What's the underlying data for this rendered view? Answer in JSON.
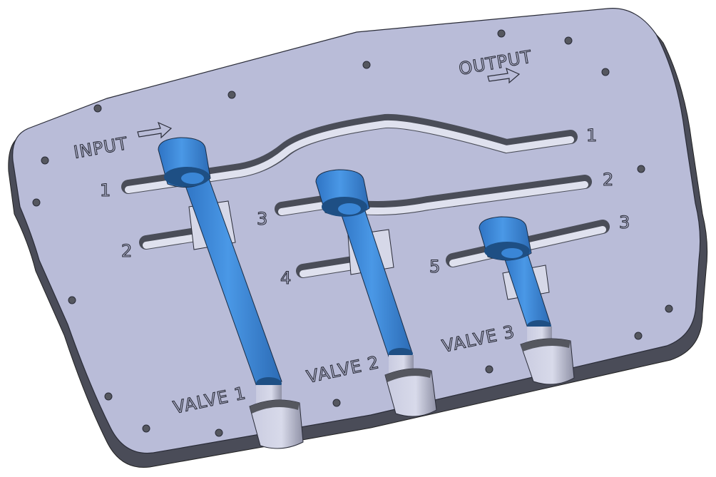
{
  "model": {
    "labels": {
      "input": "INPUT",
      "output": "OUTPUT"
    },
    "left_ports": [
      {
        "label": "1"
      },
      {
        "label": "2"
      },
      {
        "label": "3"
      },
      {
        "label": "4"
      },
      {
        "label": "5"
      }
    ],
    "right_ports": [
      {
        "label": "1"
      },
      {
        "label": "2"
      },
      {
        "label": "3"
      }
    ],
    "valves": [
      {
        "label": "VALVE 1"
      },
      {
        "label": "VALVE 2"
      },
      {
        "label": "VALVE 3"
      }
    ],
    "colors": {
      "plate_top": "#b9bcd8",
      "plate_edge": "#4a4c58",
      "valve_blue": "#3a86d6",
      "valve_dark": "#1e4f84",
      "channel_dark": "#4a4d58",
      "channel_light": "#dfe1ee",
      "hole": "#55575f"
    }
  }
}
